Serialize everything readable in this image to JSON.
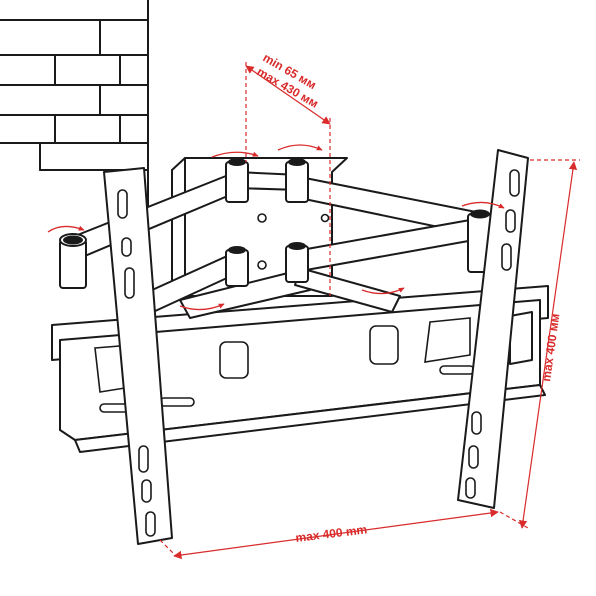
{
  "labels": {
    "min_spacing": "min 65 мм",
    "max_spacing": "max 430 мм",
    "max_height": "max 400 мм",
    "max_width": "max 400 mm"
  },
  "icons": [
    "brick-wall",
    "wall-plate",
    "articulating-arm",
    "tv-rail",
    "rotation-arrow",
    "dimension-arrow"
  ],
  "colors": {
    "line": "#1a1a1a",
    "dimension": "#d92b2b",
    "background": "#ffffff"
  }
}
